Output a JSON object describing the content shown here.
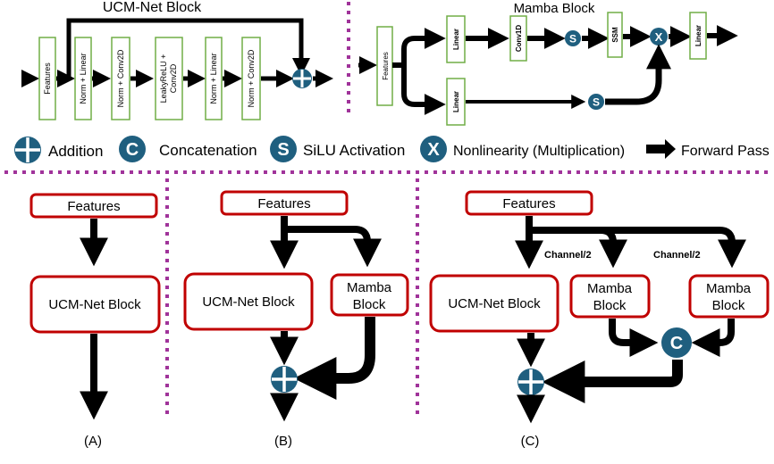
{
  "colors": {
    "green_border": "#70ad47",
    "red_border": "#c00000",
    "dark_navy": "#0e2841",
    "teal_circle": "#1f5f7f",
    "divider_purple": "#a0339a",
    "arrow": "#000000"
  },
  "ucm_block": {
    "title": "UCM-Net Block",
    "features": "Features",
    "steps": [
      "Norm + Linear",
      "Norm + Conv2D",
      "LeakyReLU + Conv2D",
      "Norm + Linear",
      "Norm + Conv2D"
    ]
  },
  "mamba_block": {
    "title": "Mamba Block",
    "features": "Features",
    "linear_top": "Linear",
    "conv1d": "Conv1D",
    "ssm": "SSM",
    "linear_out": "Linear",
    "linear_bottom": "Linear",
    "silu_symbol": "S",
    "mult_symbol": "X"
  },
  "legend": {
    "addition": "Addition",
    "concat_symbol": "C",
    "concatenation": "Concatenation",
    "silu_symbol": "S",
    "silu": "SiLU Activation",
    "nonlin_symbol": "X",
    "nonlinearity": "Nonlinearity (Multiplication)",
    "forward": "Forward Pass"
  },
  "panel_a": {
    "features": "Features",
    "block": "UCM-Net Block",
    "caption": "(A)"
  },
  "panel_b": {
    "features": "Features",
    "ucm": "UCM-Net Block",
    "mamba_line1": "Mamba",
    "mamba_line2": "Block",
    "caption": "(B)"
  },
  "panel_c": {
    "features": "Features",
    "ucm": "UCM-Net Block",
    "mamba1_line1": "Mamba",
    "mamba1_line2": "Block",
    "mamba2_line1": "Mamba",
    "mamba2_line2": "Block",
    "split1": "Channel/2",
    "split2": "Channel/2",
    "concat_symbol": "C",
    "caption": "(C)"
  }
}
